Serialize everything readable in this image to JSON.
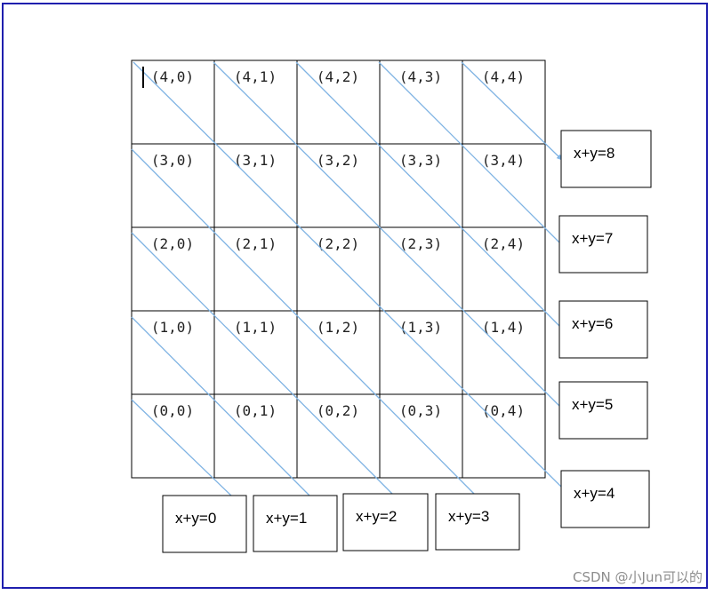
{
  "grid": {
    "rows": [
      [
        "(4,0)",
        "(4,1)",
        "(4,2)",
        "(4,3)",
        "(4,4)"
      ],
      [
        "(3,0)",
        "(3,1)",
        "(3,2)",
        "(3,3)",
        "(3,4)"
      ],
      [
        "(2,0)",
        "(2,1)",
        "(2,2)",
        "(2,3)",
        "(2,4)"
      ],
      [
        "(1,0)",
        "(1,1)",
        "(1,2)",
        "(1,3)",
        "(1,4)"
      ],
      [
        "(0,0)",
        "(0,1)",
        "(0,2)",
        "(0,3)",
        "(0,4)"
      ]
    ]
  },
  "sum_boxes": {
    "bottom": [
      "x+y=0",
      "x+y=1",
      "x+y=2",
      "x+y=3"
    ],
    "right": [
      "x+y=8",
      "x+y=7",
      "x+y=6",
      "x+y=5",
      "x+y=4"
    ]
  },
  "colors": {
    "diagonal": "#7fb3e3",
    "border": "#1f1fae",
    "grid_line": "#000000"
  },
  "watermark": "CSDN @小Jun可以的"
}
